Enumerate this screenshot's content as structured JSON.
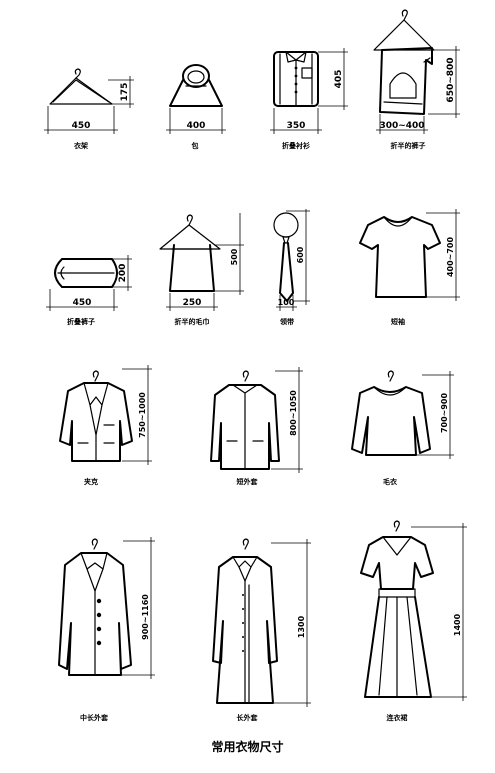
{
  "title": "常用衣物尺寸",
  "items": [
    {
      "id": "hanger",
      "label": "衣架",
      "width": "450",
      "height": "175"
    },
    {
      "id": "bag",
      "label": "包",
      "width": "400"
    },
    {
      "id": "folded-shirt",
      "label": "折叠衬衫",
      "width": "350",
      "height": "405"
    },
    {
      "id": "half-folded-trousers",
      "label": "折半的裤子",
      "width": "300~400",
      "height": "650~800"
    },
    {
      "id": "folded-trousers",
      "label": "折叠裤子",
      "width": "450",
      "height": "200"
    },
    {
      "id": "half-folded-towel",
      "label": "折半的毛巾",
      "width": "250",
      "height": "500"
    },
    {
      "id": "tie",
      "label": "领带",
      "width": "100",
      "height": "600"
    },
    {
      "id": "short-sleeve",
      "label": "短袖",
      "height": "400~700"
    },
    {
      "id": "jacket",
      "label": "夹克",
      "height": "750~1000"
    },
    {
      "id": "short-coat",
      "label": "短外套",
      "height": "800~1050"
    },
    {
      "id": "sweater",
      "label": "毛衣",
      "height": "700~900"
    },
    {
      "id": "medium-coat",
      "label": "中长外套",
      "height": "900~1160"
    },
    {
      "id": "long-coat",
      "label": "长外套",
      "height": "1300"
    },
    {
      "id": "dress",
      "label": "连衣裙",
      "height": "1400"
    }
  ]
}
